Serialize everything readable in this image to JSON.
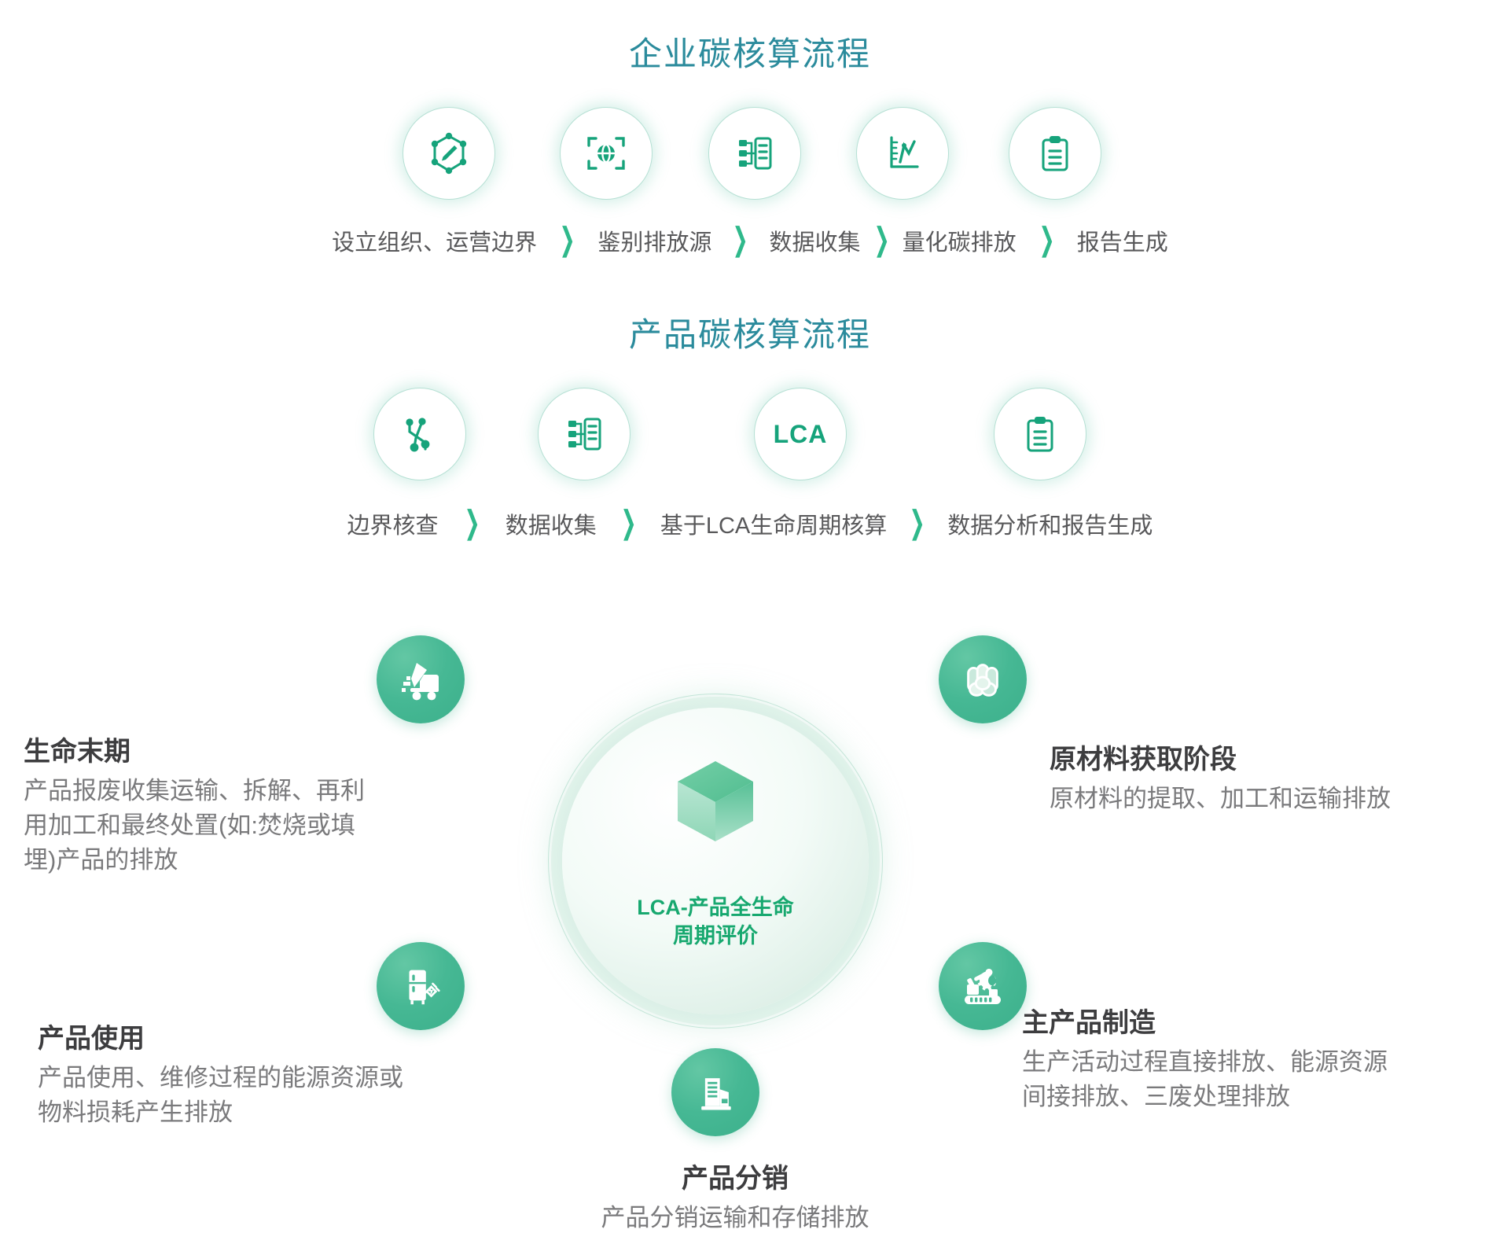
{
  "sections": {
    "enterprise": {
      "title": "企业碳核算流程",
      "steps": [
        {
          "label": "设立组织、运营边界",
          "icon": "boundary-pencil-icon"
        },
        {
          "label": "鉴别排放源",
          "icon": "scan-globe-icon"
        },
        {
          "label": "数据收集",
          "icon": "data-collection-icon"
        },
        {
          "label": "量化碳排放",
          "icon": "chart-measure-icon"
        },
        {
          "label": "报告生成",
          "icon": "clipboard-report-icon"
        }
      ]
    },
    "product": {
      "title": "产品碳核算流程",
      "steps": [
        {
          "label": "边界核查",
          "icon": "node-graph-icon"
        },
        {
          "label": "数据收集",
          "icon": "data-collection-icon"
        },
        {
          "label": "基于LCA生命周期核算",
          "icon": "lca-text-icon",
          "icon_text": "LCA"
        },
        {
          "label": "数据分析和报告生成",
          "icon": "clipboard-report-icon"
        }
      ]
    }
  },
  "separator": "❯",
  "lifecycle": {
    "center": {
      "label": "LCA-产品全生命\n周期评价",
      "icon": "cube-3d-icon"
    },
    "stages": [
      {
        "key": "end-of-life",
        "heading": "生命末期",
        "desc": "产品报废收集运输、拆解、再利\n用加工和最终处置(如:焚烧或填\n埋)产品的排放",
        "icon": "dump-truck-icon"
      },
      {
        "key": "raw-material",
        "heading": "原材料获取阶段",
        "desc": "原材料的提取、加工和运输排放",
        "icon": "pipes-stack-icon"
      },
      {
        "key": "product-use",
        "heading": "产品使用",
        "desc": "产品使用、维修过程的能源资源或\n物料损耗产生排放",
        "icon": "refrigerator-plug-icon"
      },
      {
        "key": "manufacturing",
        "heading": "主产品制造",
        "desc": "生产活动过程直接排放、能源资源\n间接排放、三废处理排放",
        "icon": "robot-arm-gear-icon"
      },
      {
        "key": "distribution",
        "heading": "产品分销",
        "desc": "产品分销运输和存储排放",
        "icon": "warehouse-building-icon"
      }
    ]
  },
  "colors": {
    "title_teal": "#2b8b9c",
    "accent_green": "#16a37b",
    "badge_green": "#3cb08b",
    "chevron_green": "#2fb98b",
    "heading_gray": "#3d3d3f",
    "body_gray": "#7a7a7c"
  }
}
